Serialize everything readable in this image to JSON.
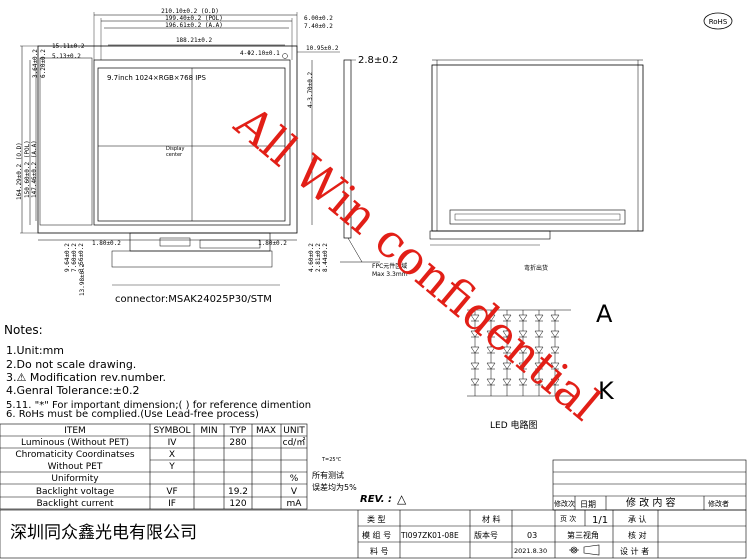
{
  "rohs_mark": "RoHS",
  "front_view": {
    "top_dims": [
      "210.10±0.2 (O.D)",
      "199.40±0.2 (POL)",
      "196.61±0.2 (A.A)",
      "188.21±0.2"
    ],
    "right_top_dims": [
      "6.00±0.2",
      "7.40±0.2",
      "10.95±0.2"
    ],
    "hole_dim": "4-Φ2.10±0.1",
    "left_small_dims": [
      "15.11±0.2",
      "5.13±0.2"
    ],
    "left_vertical_dims": [
      "3.64±0.2",
      "6.20±0.2",
      "164.29±0.2 (O.D)",
      "150.60±0.2 (POL)",
      "147.46±0.2 (A.A)"
    ],
    "right_vertical_dim": "4-3.70±0.2",
    "panel_label": "9.7inch 1024×RGB×768 IPS",
    "center_label_1": "Display",
    "center_label_2": "center",
    "bottom_dims": [
      "1.80±0.2",
      "1.80±0.2"
    ],
    "bottom_left_dims": [
      "9.64±0.2",
      "7.60±0.2",
      "3.56±0.2"
    ],
    "bottom_right_dims": [
      "4.60±0.2",
      "2.81±0.2",
      "8.44±0.2"
    ],
    "fpc_dim": "13.98±0.2",
    "connector": "connector:MSAK24025P30/STM"
  },
  "side_view": {
    "thickness": "2.8±0.2",
    "component_note": "FPC元件区域",
    "component_height": "Max 3.3mm"
  },
  "back_view": {
    "bending_label": "弯折出货"
  },
  "led_circuit": {
    "anode": "A",
    "cathode": "K",
    "caption": "LED 电路图"
  },
  "notes": {
    "title": "Notes:",
    "items": [
      "1.Unit:mm",
      "2.Do not scale drawing.",
      "3.⚠       Modification rev.number.",
      "4.Genral Tolerance:±0.2",
      "5.11. \"*\" For important dimension;( ) for reference dimention",
      "6. RoHs must be complied.(Use Lead-free process)"
    ]
  },
  "spec_table": {
    "headers": [
      "ITEM",
      "SYMBOL",
      "MIN",
      "TYP",
      "MAX",
      "UNIT"
    ],
    "rows": [
      [
        "Luminous (Without PET)",
        "IV",
        "",
        "280",
        "",
        "cd/㎡"
      ],
      [
        "Chromaticity Coordinatses",
        "X",
        "",
        "",
        "",
        ""
      ],
      [
        "Without PET",
        "Y",
        "",
        "",
        "",
        ""
      ],
      [
        "Uniformity",
        "",
        "",
        "",
        "",
        "%"
      ],
      [
        "Backlight voltage",
        "VF",
        "",
        "19.2",
        "",
        "V"
      ],
      [
        "Backlight current",
        "IF",
        "",
        "120",
        "",
        "mA"
      ]
    ],
    "temp_note": "T=25℃",
    "test_note_1": "所有测试",
    "test_note_2": "误差均为5%"
  },
  "revision": {
    "label": "REV. :",
    "symbol": "△",
    "headers": [
      "修改次",
      "日期",
      "修 改 内 容",
      "修改者"
    ]
  },
  "title_block": {
    "company": "深圳同众鑫光电有限公司",
    "type_label": "类 型",
    "model_label": "模 组 号",
    "model_value": "TI097ZK01-08E",
    "material_label": "材 料",
    "version_label": "版本号",
    "version_value": "03",
    "part_label": "料 号",
    "date_value": "2021.8.30",
    "page_label": "页 次",
    "page_value": "1/1",
    "projection_label": "第三视角",
    "approve_label": "承 认",
    "check_label": "核 对",
    "design_label": "设 计 者"
  },
  "watermark": "All Win confidential"
}
